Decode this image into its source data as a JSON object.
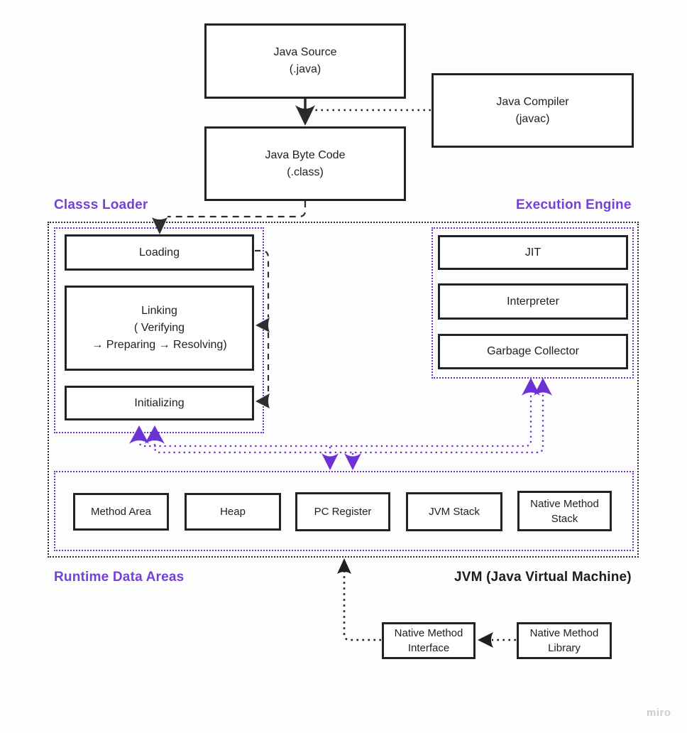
{
  "palette": {
    "accent_purple": "#6d32d4",
    "label_purple": "#7540d8",
    "ink": "#1f1f1f",
    "box_border": "#232323",
    "background": "#fdfdfe",
    "watermark_gray": "#caccd2"
  },
  "labels": {
    "class_loader": "Classs Loader",
    "execution_engine": "Execution Engine",
    "runtime_data_areas": "Runtime Data Areas",
    "jvm": "JVM (Java Virtual Machine)",
    "watermark": "miro"
  },
  "nodes": {
    "java_source": {
      "lines": [
        "Java Source",
        "(.java)"
      ]
    },
    "java_compiler": {
      "lines": [
        "Java Compiler",
        "(javac)"
      ]
    },
    "java_byte_code": {
      "lines": [
        "Java Byte Code",
        "(.class)"
      ]
    },
    "loading": {
      "lines": [
        "Loading"
      ]
    },
    "linking": {
      "lines": [
        "Linking",
        "( Verifying",
        "→ Preparing → Resolving)"
      ]
    },
    "initializing": {
      "lines": [
        "Initializing"
      ]
    },
    "jit": {
      "lines": [
        "JIT"
      ]
    },
    "interpreter": {
      "lines": [
        "Interpreter"
      ]
    },
    "garbage_collector": {
      "lines": [
        "Garbage Collector"
      ]
    },
    "method_area": {
      "lines": [
        "Method Area"
      ]
    },
    "heap": {
      "lines": [
        "Heap"
      ]
    },
    "pc_register": {
      "lines": [
        "PC Register"
      ]
    },
    "jvm_stack": {
      "lines": [
        "JVM Stack"
      ]
    },
    "native_method_stack": {
      "lines": [
        "Native Method",
        "Stack"
      ]
    },
    "native_method_interface": {
      "lines": [
        "Native Method",
        "Interface"
      ]
    },
    "native_method_library": {
      "lines": [
        "Native Method",
        "Library"
      ]
    }
  },
  "edges": [
    {
      "from": "java_source",
      "to": "java_byte_code",
      "style": "solid-arrow"
    },
    {
      "from": "java_compiler",
      "to": "compile-step",
      "style": "dotted"
    },
    {
      "from": "java_byte_code",
      "to": "loading",
      "style": "dashed-arrow"
    },
    {
      "from": "loading",
      "to": "linking",
      "style": "dashed-arrow"
    },
    {
      "from": "linking",
      "to": "initializing",
      "style": "dashed-arrow"
    },
    {
      "from": "runtime_data_areas",
      "to": "class_loader",
      "style": "purple-dotted-double-arrow"
    },
    {
      "from": "class_loader",
      "to": "runtime_data_areas",
      "style": "purple-dotted-double-arrow"
    },
    {
      "from": "runtime_data_areas",
      "to": "execution_engine",
      "style": "purple-dotted-double-arrow"
    },
    {
      "from": "native_method_interface",
      "to": "runtime_data_areas",
      "style": "dotted-arrow"
    },
    {
      "from": "native_method_library",
      "to": "native_method_interface",
      "style": "dotted-arrow"
    }
  ]
}
